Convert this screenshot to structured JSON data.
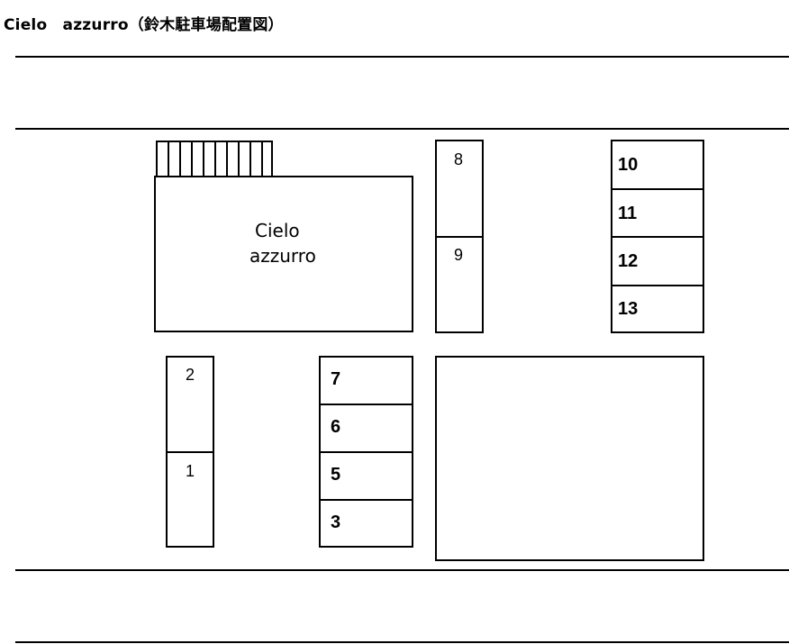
{
  "title": "Cielo　azzurro（鈴木駐車場配置図）",
  "building": {
    "line1": "Cielo",
    "line2": "azzurro"
  },
  "spaces": {
    "s1": "1",
    "s2": "2",
    "s3": "3",
    "s5": "5",
    "s6": "6",
    "s7": "7",
    "s8": "8",
    "s9": "9",
    "s10": "10",
    "s11": "11",
    "s12": "12",
    "s13": "13"
  }
}
